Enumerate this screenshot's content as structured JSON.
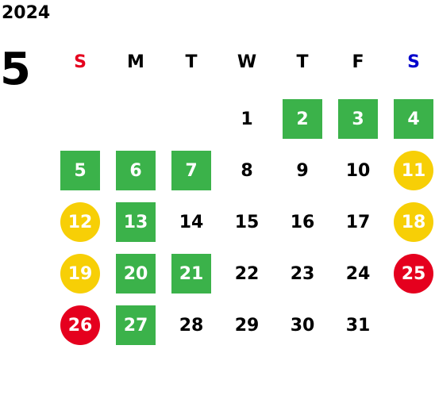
{
  "year": "2024",
  "month": "5",
  "weekdays": [
    {
      "label": "S",
      "color": "#e5001e"
    },
    {
      "label": "M",
      "color": "#000000"
    },
    {
      "label": "T",
      "color": "#000000"
    },
    {
      "label": "W",
      "color": "#000000"
    },
    {
      "label": "T",
      "color": "#000000"
    },
    {
      "label": "F",
      "color": "#000000"
    },
    {
      "label": "S",
      "color": "#0000cc"
    }
  ],
  "colors": {
    "green": "#3bb24a",
    "yellow": "#f7cf06",
    "red": "#e5001e"
  },
  "weeks": [
    [
      null,
      null,
      null,
      {
        "day": "1",
        "style": "plain"
      },
      {
        "day": "2",
        "style": "green"
      },
      {
        "day": "3",
        "style": "green"
      },
      {
        "day": "4",
        "style": "green"
      }
    ],
    [
      {
        "day": "5",
        "style": "green"
      },
      {
        "day": "6",
        "style": "green"
      },
      {
        "day": "7",
        "style": "green"
      },
      {
        "day": "8",
        "style": "plain"
      },
      {
        "day": "9",
        "style": "plain"
      },
      {
        "day": "10",
        "style": "plain"
      },
      {
        "day": "11",
        "style": "yellow"
      }
    ],
    [
      {
        "day": "12",
        "style": "yellow"
      },
      {
        "day": "13",
        "style": "green"
      },
      {
        "day": "14",
        "style": "plain"
      },
      {
        "day": "15",
        "style": "plain"
      },
      {
        "day": "16",
        "style": "plain"
      },
      {
        "day": "17",
        "style": "plain"
      },
      {
        "day": "18",
        "style": "yellow"
      }
    ],
    [
      {
        "day": "19",
        "style": "yellow"
      },
      {
        "day": "20",
        "style": "green"
      },
      {
        "day": "21",
        "style": "green"
      },
      {
        "day": "22",
        "style": "plain"
      },
      {
        "day": "23",
        "style": "plain"
      },
      {
        "day": "24",
        "style": "plain"
      },
      {
        "day": "25",
        "style": "red"
      }
    ],
    [
      {
        "day": "26",
        "style": "red"
      },
      {
        "day": "27",
        "style": "green"
      },
      {
        "day": "28",
        "style": "plain"
      },
      {
        "day": "29",
        "style": "plain"
      },
      {
        "day": "30",
        "style": "plain"
      },
      {
        "day": "31",
        "style": "plain"
      },
      null
    ]
  ]
}
